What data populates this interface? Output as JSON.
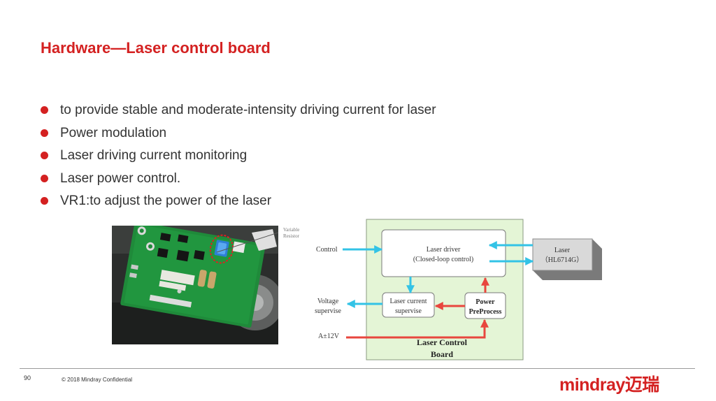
{
  "slide": {
    "title": "Hardware—Laser control board",
    "bullets": [
      "to provide stable and moderate-intensity driving current for laser",
      "Power  modulation",
      "Laser driving current monitoring",
      "Laser power control.",
      "VR1:to adjust the power of the laser"
    ]
  },
  "photo": {
    "annotation_line1": "Variable",
    "annotation_line2": "Resistor"
  },
  "diagram": {
    "control_label": "Control",
    "laser_driver_line1": "Laser driver",
    "laser_driver_line2": "(Closed-loop control)",
    "laser_line1": "Laser",
    "laser_line2": "（HL6714G）",
    "voltage_line1": "Voltage",
    "voltage_line2": "supervise",
    "current_line1": "Laser current",
    "current_line2": "supervise",
    "power_line1": "Power",
    "power_line2": "PreProcess",
    "supply_label": "A±12V",
    "board_line1": "Laser Control",
    "board_line2": "Board"
  },
  "footer": {
    "page_number": "90",
    "copyright": "© 2018 Mindray Confidential",
    "logo_text": "mindray迈瑞"
  },
  "colors": {
    "accent_red": "#d42121",
    "board_green": "#e4f5d6",
    "arrow_cyan": "#33c3e6",
    "arrow_red": "#e8463e"
  }
}
